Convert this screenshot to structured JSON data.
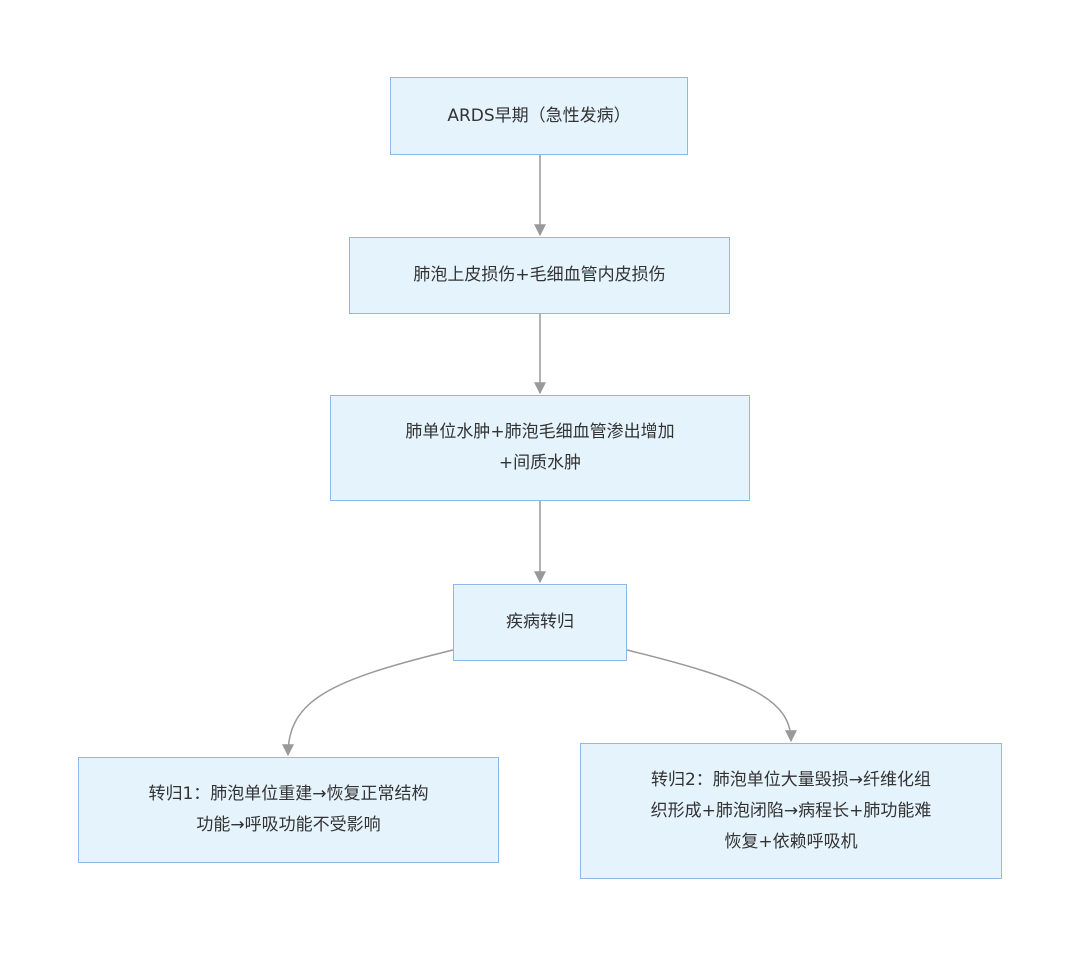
{
  "diagram": {
    "nodes": [
      {
        "id": "early",
        "label": "ARDS早期（急性发病）"
      },
      {
        "id": "injury",
        "label": "肺泡上皮损伤+毛细血管内皮损伤"
      },
      {
        "id": "edema",
        "label": "肺单位水肿+肺泡毛细血管渗出增加\n+间质水肿"
      },
      {
        "id": "outcome",
        "label": "疾病转归"
      },
      {
        "id": "outcome1",
        "label": "转归1：肺泡单位重建→恢复正常结构\n功能→呼吸功能不受影响"
      },
      {
        "id": "outcome2",
        "label": "转归2：肺泡单位大量毁损→纤维化组\n织形成+肺泡闭陷→病程长+肺功能难\n恢复+依赖呼吸机"
      }
    ],
    "edges": [
      {
        "from": "early",
        "to": "injury"
      },
      {
        "from": "injury",
        "to": "edema"
      },
      {
        "from": "edema",
        "to": "outcome"
      },
      {
        "from": "outcome",
        "to": "outcome1"
      },
      {
        "from": "outcome",
        "to": "outcome2"
      }
    ],
    "colors": {
      "node_fill": "#e5f3fc",
      "node_border": "#8fb8ea",
      "edge": "#999999",
      "text": "#333333"
    }
  }
}
